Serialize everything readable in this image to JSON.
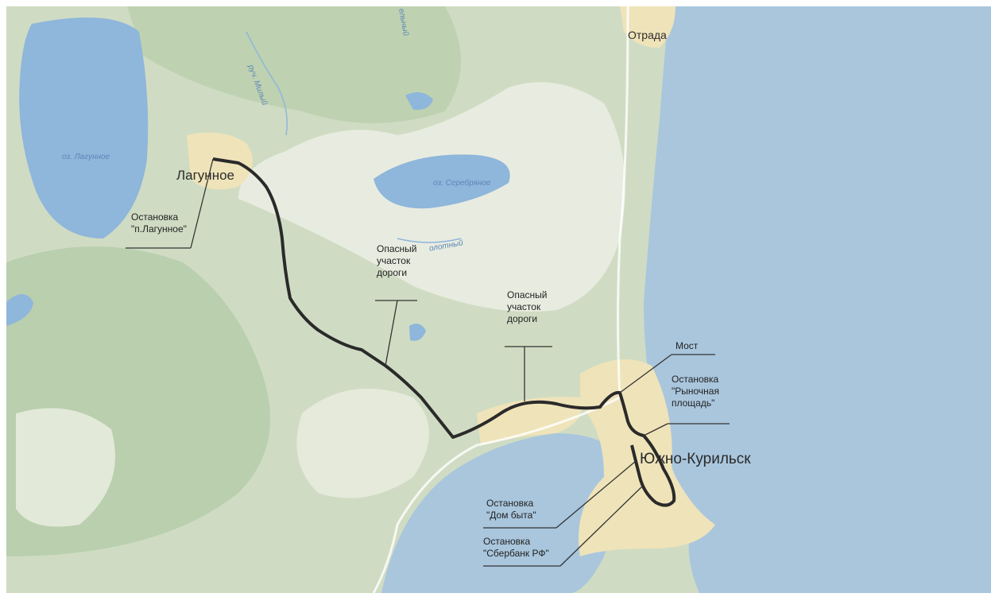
{
  "map": {
    "places": {
      "lagunnoe": "Лагунное",
      "otrada": "Отрада",
      "yuzhno_kurilsk": "Южно-Курильск"
    },
    "water": {
      "lake_lagunnoe": "оз. Лагунное",
      "lake_serebryanoe": "оз. Серебряное",
      "river_mlyi": "руч. Милый",
      "river_top": "ельный",
      "river_mid": "олотный"
    },
    "annotations": {
      "stop_lagunnoe": [
        "Остановка",
        "\"п.Лагунное\""
      ],
      "danger_1": [
        "Опасный",
        "участок",
        "дороги"
      ],
      "danger_2": [
        "Опасный",
        "участок",
        "дороги"
      ],
      "bridge": "Мост",
      "stop_market": [
        "Остановка",
        "\"Рыночная",
        "площадь\""
      ],
      "stop_dom_byta": [
        "Остановка",
        "\"Дом быта\""
      ],
      "stop_sberbank": [
        "Остановка",
        "\"Сбербанк РФ\""
      ]
    },
    "colors": {
      "sea": "#a9c6dd",
      "land": "#cfdcc3",
      "forest": "#b9cfae",
      "open_land": "#e8ece0",
      "settlement": "#efe3b9",
      "lake": "#8fb6db",
      "route": "#2a2a2a",
      "leader_line": "#333333"
    }
  }
}
